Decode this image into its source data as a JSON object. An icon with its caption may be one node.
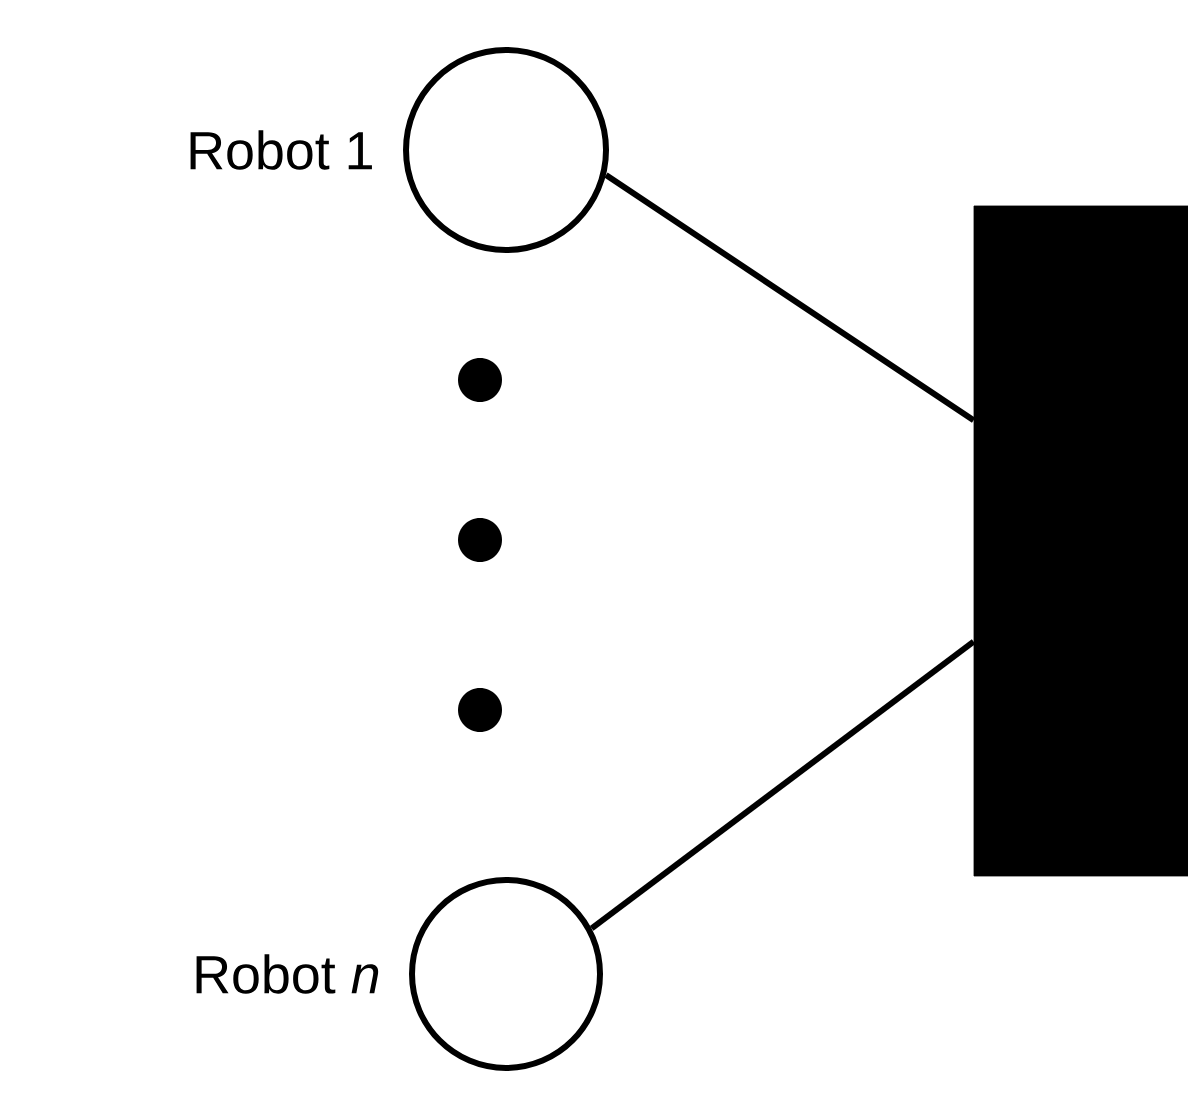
{
  "diagram": {
    "nodes": [
      {
        "text": [
          "Robot 1"
        ]
      },
      {
        "text": [
          "Robot *n*"
        ]
      },
      {
        "text": [],
        "shape": "box"
      }
    ],
    "edges": [
      {
        "from": 0,
        "to": 2,
        "arrow": "none"
      },
      {
        "from": 1,
        "to": 2,
        "arrow": "none"
      }
    ]
  }
}
